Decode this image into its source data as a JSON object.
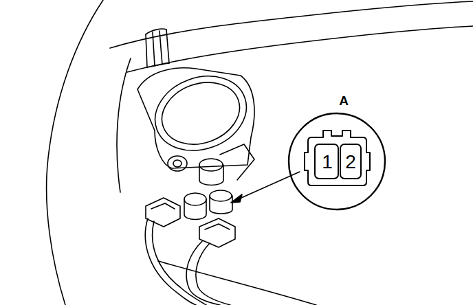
{
  "diagram": {
    "labels": [
      "A",
      "1",
      "2"
    ]
  }
}
